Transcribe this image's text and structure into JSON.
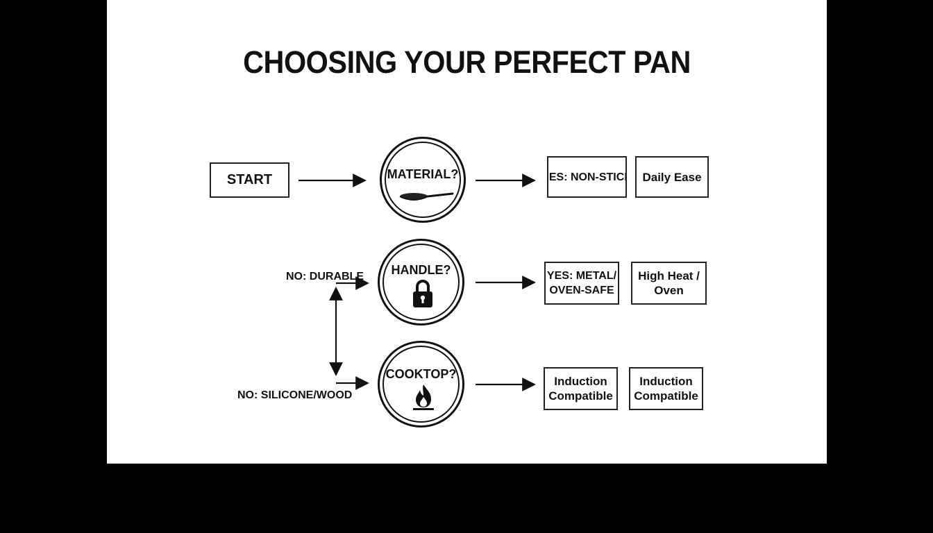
{
  "title": "CHOOSING YOUR PERFECT PAN",
  "start": "START",
  "decisions": {
    "material": "MATERIAL?",
    "handle": "HANDLE?",
    "cooktop": "COOKTOP?"
  },
  "icons": {
    "material": "frying-pan-icon",
    "handle": "padlock-icon",
    "cooktop": "flame-icon"
  },
  "outcomes": {
    "material_yes": "YES: NON-STICK",
    "material_result": "Daily Ease",
    "handle_yes_line1": "YES: METAL/",
    "handle_yes_line2": "OVEN-SAFE",
    "handle_result_line1": "High Heat /",
    "handle_result_line2": "Oven",
    "cooktop_yes_line1": "Induction",
    "cooktop_yes_line2": "Compatible",
    "cooktop_result_line1": "Induction",
    "cooktop_result_line2": "Compatible"
  },
  "branches": {
    "no_durable": "NO: DURABLE",
    "no_silicone": "NO: SILICONE/WOOD"
  }
}
